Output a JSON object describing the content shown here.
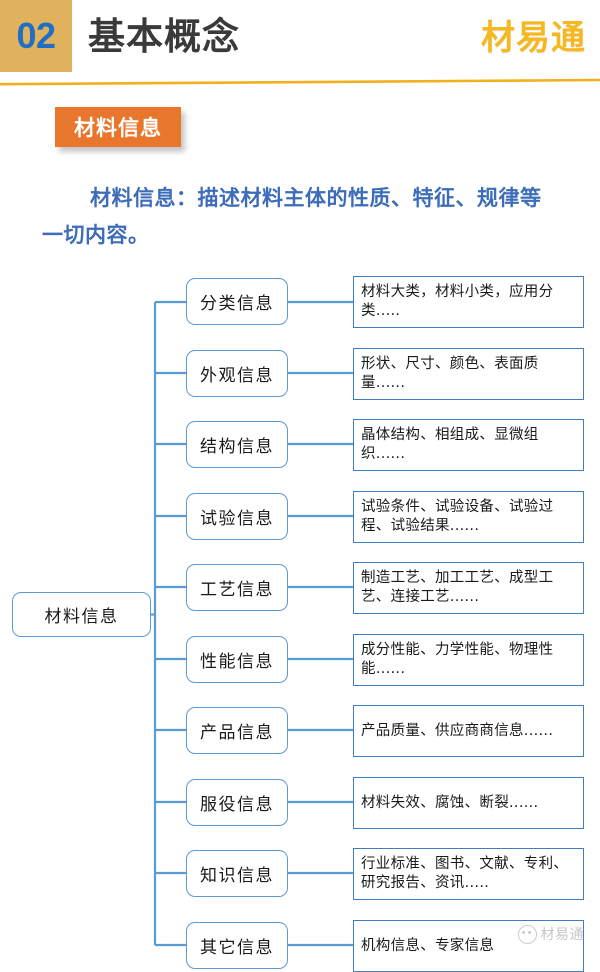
{
  "header": {
    "section_number": "02",
    "title": "基本概念",
    "brand": "材易通",
    "number_box_color": "#e0b25e",
    "number_color": "#1f6fc4",
    "brand_color": "#f5b820",
    "rule_color": "#f2b11c"
  },
  "tag": {
    "label": "材料信息",
    "background_color": "#e8762c",
    "text_color": "#ffffff"
  },
  "definition": {
    "text": "材料信息：描述材料主体的性质、特征、规律等一切内容。",
    "color": "#3d6cb9"
  },
  "diagram": {
    "root_label": "材料信息",
    "node_border_color": "#5b9bd5",
    "desc_border_color": "#3f7fc1",
    "connector_color": "#5b9bd5",
    "branches": [
      {
        "category": "分类信息",
        "description": "材料大类，材料小类，应用分类....."
      },
      {
        "category": "外观信息",
        "description": "形状、尺寸、颜色、表面质量......"
      },
      {
        "category": "结构信息",
        "description": "晶体结构、相组成、显微组织......"
      },
      {
        "category": "试验信息",
        "description": "试验条件、试验设备、试验过程、试验结果......"
      },
      {
        "category": "工艺信息",
        "description": "制造工艺、加工工艺、成型工艺、连接工艺......"
      },
      {
        "category": "性能信息",
        "description": "成分性能、力学性能、物理性能......"
      },
      {
        "category": "产品信息",
        "description": "产品质量、供应商商信息......"
      },
      {
        "category": "服役信息",
        "description": "材料失效、腐蚀、断裂......"
      },
      {
        "category": "知识信息",
        "description": "行业标准、图书、文献、专利、研究报告、资讯....."
      },
      {
        "category": "其它信息",
        "description": "机构信息、专家信息"
      }
    ]
  },
  "watermark": {
    "text": "材易通",
    "icon": "wechat-logo-icon"
  }
}
